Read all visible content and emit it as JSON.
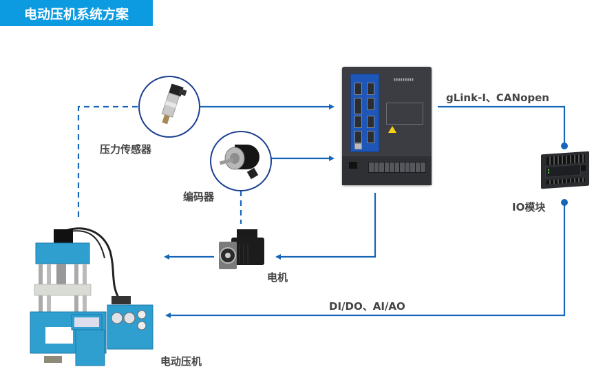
{
  "header": {
    "title": "电动压机系统方案"
  },
  "colors": {
    "accent": "#0c9ae0",
    "line": "#1565b8",
    "circle_border": "#1a3f8f",
    "label_text": "#444444"
  },
  "components": {
    "pressure_sensor": {
      "label": "压力传感器",
      "icon": "pressure-sensor-icon"
    },
    "encoder": {
      "label": "编码器",
      "icon": "encoder-icon"
    },
    "servo_drive": {
      "label": "",
      "icon": "servo-drive-icon"
    },
    "io_module": {
      "label": "IO模块",
      "icon": "io-module-icon"
    },
    "motor": {
      "label": "电机",
      "icon": "servo-motor-icon"
    },
    "press": {
      "label": "电动压机",
      "icon": "hydraulic-press-icon"
    }
  },
  "connections": {
    "bus_label": "gLink-I、CANopen",
    "io_label": "DI/DO、AI/AO"
  }
}
